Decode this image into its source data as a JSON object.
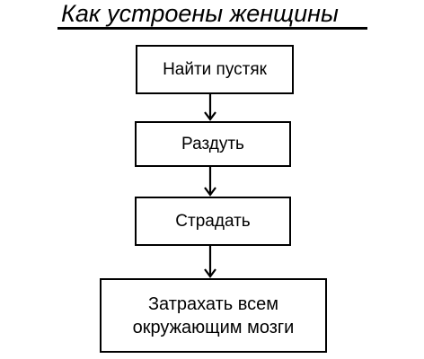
{
  "diagram": {
    "title": "Как устроены женщины",
    "steps": [
      {
        "label": "Найти пустяк"
      },
      {
        "label": "Раздуть"
      },
      {
        "label": "Страдать"
      },
      {
        "label": "Затрахать всем\nокружающим мозги"
      }
    ]
  }
}
